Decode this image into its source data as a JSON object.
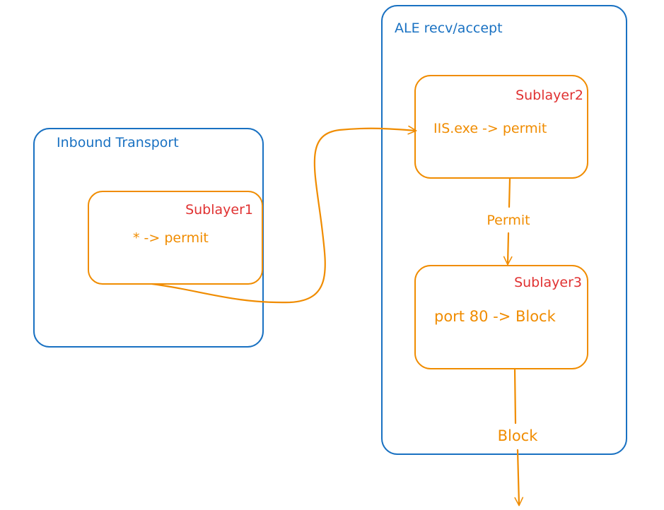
{
  "colors": {
    "layer_stroke": "#1971c2",
    "sublayer_stroke": "#f08c00",
    "sublayer_title": "#e03131",
    "rule_text": "#f08c00",
    "connector": "#f08c00"
  },
  "layers": [
    {
      "id": "inbound-transport",
      "title": "Inbound Transport",
      "sublayers": [
        {
          "id": "sublayer1",
          "title": "Sublayer1",
          "rule": "* -> permit"
        }
      ]
    },
    {
      "id": "ale-recv-accept",
      "title": "ALE recv/accept",
      "sublayers": [
        {
          "id": "sublayer2",
          "title": "Sublayer2",
          "rule": "IIS.exe -> permit"
        },
        {
          "id": "sublayer3",
          "title": "Sublayer3",
          "rule": "port 80 -> Block"
        }
      ]
    }
  ],
  "connectors": [
    {
      "from": "sublayer1",
      "to": "sublayer2",
      "label": ""
    },
    {
      "from": "sublayer2",
      "to": "sublayer3",
      "label": "Permit"
    },
    {
      "from": "sublayer3",
      "to": "outside",
      "label": "Block"
    }
  ]
}
